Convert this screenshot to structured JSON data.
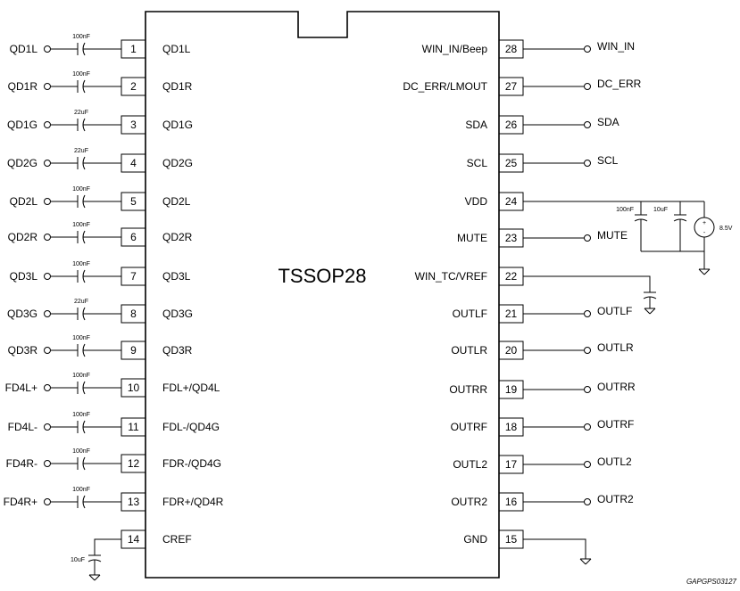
{
  "chip_label": "TSSOP28",
  "footer_code": "GAPGPS03127",
  "left_pins": [
    {
      "num": "1",
      "name": "QD1L",
      "ext": "QD1L",
      "cap": "100nF"
    },
    {
      "num": "2",
      "name": "QD1R",
      "ext": "QD1R",
      "cap": "100nF"
    },
    {
      "num": "3",
      "name": "QD1G",
      "ext": "QD1G",
      "cap": "22uF"
    },
    {
      "num": "4",
      "name": "QD2G",
      "ext": "QD2G",
      "cap": "22uF"
    },
    {
      "num": "5",
      "name": "QD2L",
      "ext": "QD2L",
      "cap": "100nF"
    },
    {
      "num": "6",
      "name": "QD2R",
      "ext": "QD2R",
      "cap": "100nF"
    },
    {
      "num": "7",
      "name": "QD3L",
      "ext": "QD3L",
      "cap": "100nF"
    },
    {
      "num": "8",
      "name": "QD3G",
      "ext": "QD3G",
      "cap": "22uF"
    },
    {
      "num": "9",
      "name": "QD3R",
      "ext": "QD3R",
      "cap": "100nF"
    },
    {
      "num": "10",
      "name": "FDL+/QD4L",
      "ext": "FD4L+",
      "cap": "100nF"
    },
    {
      "num": "11",
      "name": "FDL-/QD4G",
      "ext": "FD4L-",
      "cap": "100nF"
    },
    {
      "num": "12",
      "name": "FDR-/QD4G",
      "ext": "FD4R-",
      "cap": "100nF"
    },
    {
      "num": "13",
      "name": "FDR+/QD4R",
      "ext": "FD4R+",
      "cap": "100nF"
    },
    {
      "num": "14",
      "name": "CREF",
      "ext": "",
      "cap": "10uF"
    }
  ],
  "right_pins": [
    {
      "num": "28",
      "name": "WIN_IN/Beep",
      "ext": "WIN_IN"
    },
    {
      "num": "27",
      "name": "DC_ERR/LMOUT",
      "ext": "DC_ERR"
    },
    {
      "num": "26",
      "name": "SDA",
      "ext": "SDA"
    },
    {
      "num": "25",
      "name": "SCL",
      "ext": "SCL"
    },
    {
      "num": "24",
      "name": "VDD",
      "ext": ""
    },
    {
      "num": "23",
      "name": "MUTE",
      "ext": "MUTE"
    },
    {
      "num": "22",
      "name": "WIN_TC/VREF",
      "ext": ""
    },
    {
      "num": "21",
      "name": "OUTLF",
      "ext": "OUTLF"
    },
    {
      "num": "20",
      "name": "OUTLR",
      "ext": "OUTLR"
    },
    {
      "num": "19",
      "name": "OUTRR",
      "ext": "OUTRR"
    },
    {
      "num": "18",
      "name": "OUTRF",
      "ext": "OUTRF"
    },
    {
      "num": "17",
      "name": "OUTL2",
      "ext": "OUTL2"
    },
    {
      "num": "16",
      "name": "OUTR2",
      "ext": "OUTR2"
    },
    {
      "num": "15",
      "name": "GND",
      "ext": ""
    }
  ],
  "vdd_network": {
    "cap1": "100nF",
    "cap2": "10uF",
    "supply": "8.5V",
    "plus": "+",
    "minus": "-"
  }
}
